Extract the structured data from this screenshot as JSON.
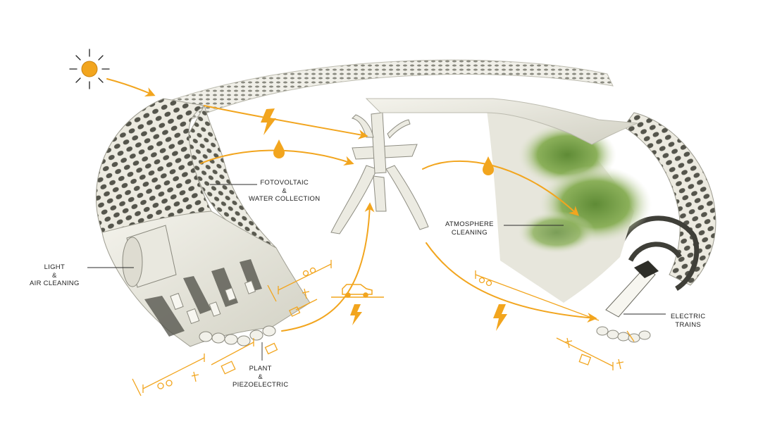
{
  "diagram": {
    "labels": {
      "fotovoltaic": [
        "FOTOVOLTAIC",
        "&",
        "WATER COLLECTION"
      ],
      "light": [
        "LIGHT",
        "&",
        "AIR CLEANING"
      ],
      "plant": [
        "PLANT",
        "&",
        "PIEZOELECTRIC"
      ],
      "atmosphere": [
        "ATMOSPHERE",
        "CLEANING"
      ],
      "trains": [
        "ELECTRIC",
        "TRAINS"
      ]
    }
  },
  "colors": {
    "accent": "#f2a51e",
    "structure": "#ecebe2",
    "shadow": "#9a9a8a",
    "vegetation": "#7fa34e"
  }
}
